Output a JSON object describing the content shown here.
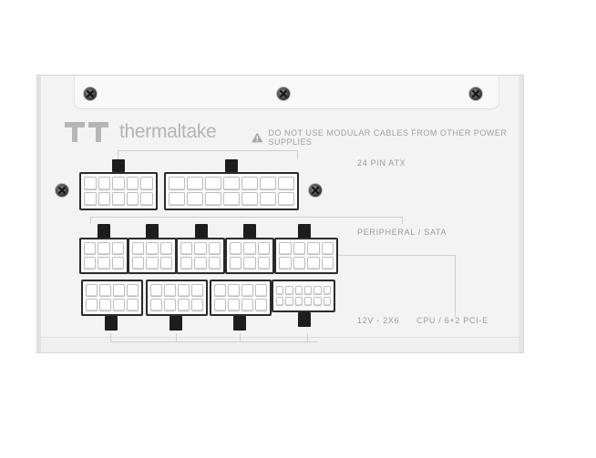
{
  "brand": {
    "name": "thermaltake",
    "logo_icon": "tt-logo-icon"
  },
  "warning": {
    "text": "DO NOT USE MODULAR CABLES FROM OTHER POWER SUPPLIES",
    "icon": "warning-triangle-icon"
  },
  "labels": {
    "atx": "24 PIN ATX",
    "peripheral": "PERIPHERAL / SATA",
    "pcie12": "12V - 2X6",
    "cpu_pcie": "CPU / 6+2 PCI-E"
  },
  "colors": {
    "panel": "#f3f3f3",
    "connector_frame": "#2a2a2a",
    "label_text": "#9a9a9a"
  }
}
